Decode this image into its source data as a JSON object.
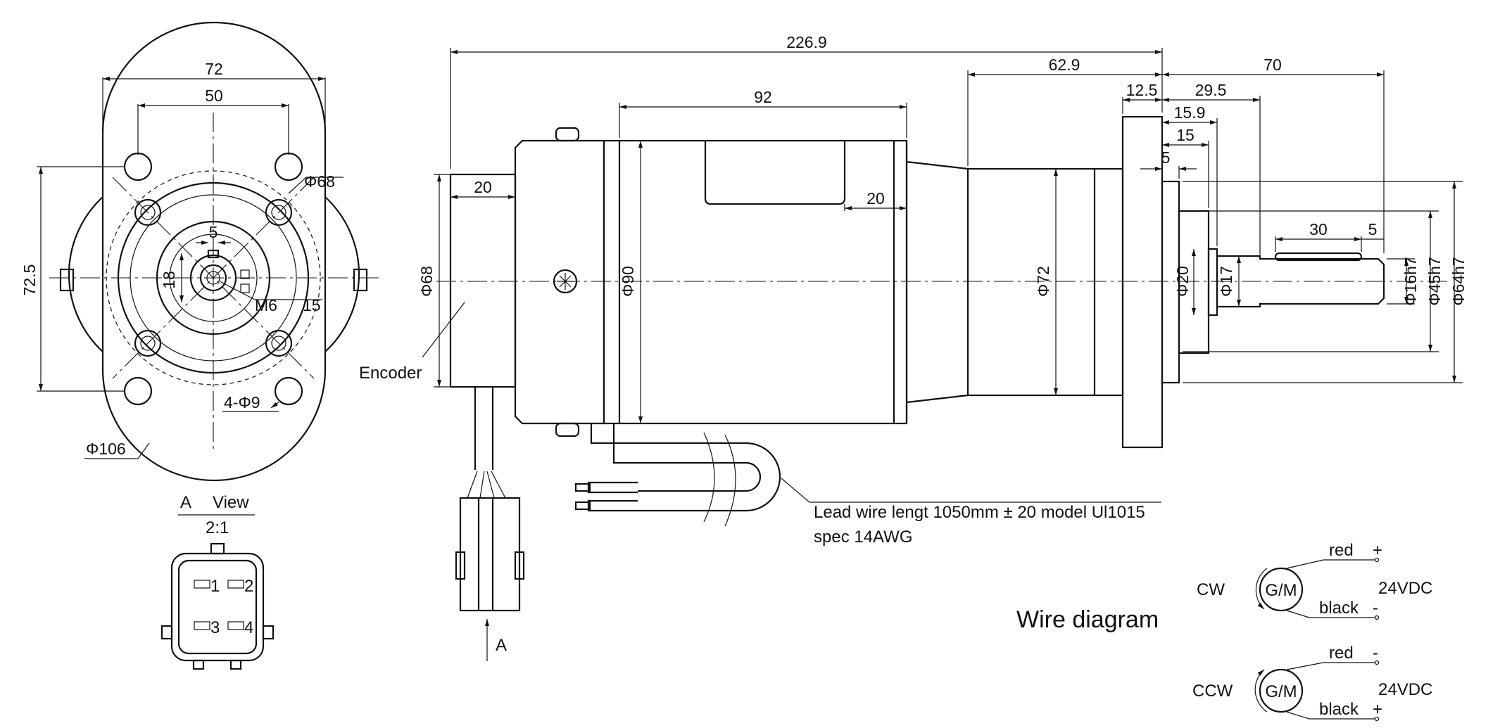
{
  "front_view": {
    "width_outer": "72",
    "width_bolt": "50",
    "height": "72.5",
    "pilot_dia": "Φ68",
    "key_width": "5",
    "shaft_height": "18",
    "thread": "M6",
    "shaft_len": "15",
    "holes": "4-Φ9",
    "flange_dia": "Φ106"
  },
  "connector_view": {
    "view_letter": "A",
    "view_word": "View",
    "scale": "2:1",
    "pins": [
      "1",
      "2",
      "3",
      "4"
    ]
  },
  "side_view": {
    "overall_length": "226.9",
    "gearbox_length": "62.9",
    "shaft_length": "70",
    "motor_body": "92",
    "flange_thickness": "12.5",
    "pilot_len": "29.5",
    "dim_15_9": "15.9",
    "dim_15": "15",
    "dim_5a": "5",
    "encoder_len": "20",
    "cap_len": "20",
    "key_len": "30",
    "key_offset": "5",
    "encoder_dia": "Φ68",
    "motor_dia": "Φ90",
    "gearbox_dia": "Φ72",
    "boss_dia": "Φ20",
    "neck_dia": "Φ17",
    "shaft_dia": "Φ16h7",
    "pilot_dia": "Φ45h7",
    "flange_dia": "Φ64h7",
    "encoder_label": "Encoder",
    "view_arrow": "A",
    "lead_line1": "Lead wire lengt 1050mm ± 20  model Ul1015",
    "lead_line2": "spec 14AWG"
  },
  "wire_diagram": {
    "title": "Wire diagram",
    "cw": {
      "label": "CW",
      "motor": "G/M",
      "top_wire": "red",
      "top_sign": "+",
      "bottom_wire": "black",
      "bottom_sign": "-",
      "voltage": "24VDC"
    },
    "ccw": {
      "label": "CCW",
      "motor": "G/M",
      "top_wire": "red",
      "top_sign": "-",
      "bottom_wire": "black",
      "bottom_sign": "+",
      "voltage": "24VDC"
    }
  }
}
